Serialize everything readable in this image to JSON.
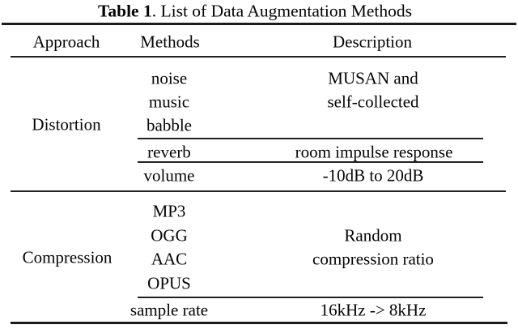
{
  "title": {
    "tag": "Table 1",
    "caption": ". List of Data Augmentation Methods"
  },
  "header": {
    "approach": "Approach",
    "methods": "Methods",
    "description": "Description"
  },
  "distortion": {
    "approach": "Distortion",
    "noise_group": {
      "methods": [
        "noise",
        "music",
        "babble"
      ],
      "description_lines": [
        "MUSAN and",
        "self-collected"
      ]
    },
    "reverb_row": {
      "method": "reverb",
      "description": "room impulse response"
    },
    "volume_row": {
      "method": "volume",
      "description": "-10dB to 20dB"
    }
  },
  "compression": {
    "approach": "Compression",
    "codec_group": {
      "methods": [
        "MP3",
        "OGG",
        "AAC",
        "OPUS"
      ],
      "description_lines": [
        "Random",
        "compression ratio"
      ]
    },
    "sample_rate_row": {
      "method": "sample rate",
      "description": "16kHz -> 8kHz"
    }
  }
}
